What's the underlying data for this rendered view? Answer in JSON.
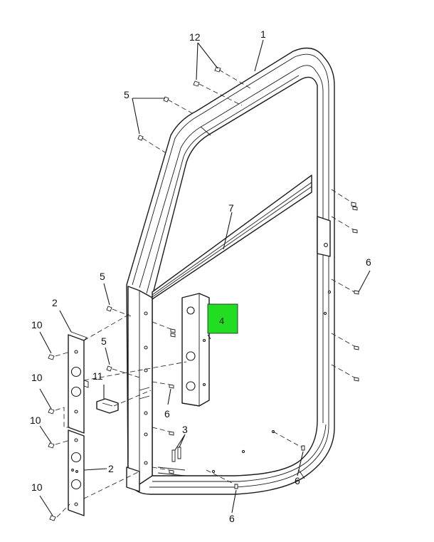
{
  "diagram": {
    "highlight_color": "#22dd22",
    "callouts": {
      "c1": "1",
      "c2a": "2",
      "c2b": "2",
      "c3": "3",
      "c4": "4",
      "c5a": "5",
      "c5b": "5",
      "c5c": "5",
      "c6a": "6",
      "c6b": "6",
      "c6c": "6",
      "c6d": "6",
      "c7": "7",
      "c10a": "10",
      "c10b": "10",
      "c10c": "10",
      "c10d": "10",
      "c11": "11",
      "c12": "12"
    }
  }
}
